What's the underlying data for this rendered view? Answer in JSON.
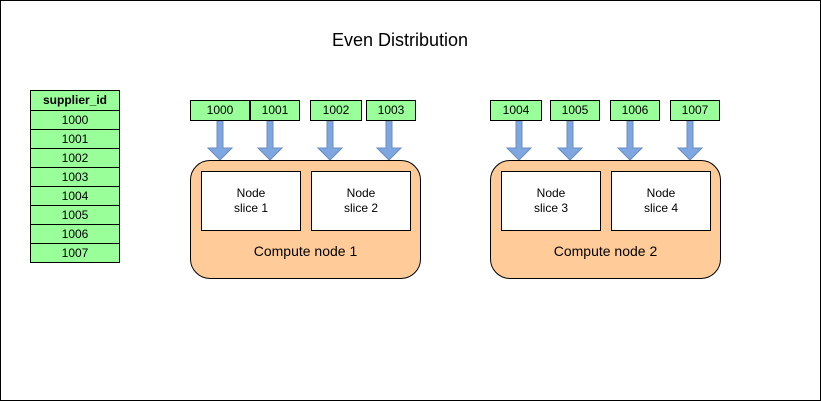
{
  "title": "Even Distribution",
  "table": {
    "header": "supplier_id",
    "rows": [
      "1000",
      "1001",
      "1002",
      "1003",
      "1004",
      "1005",
      "1006",
      "1007"
    ]
  },
  "compute_nodes": [
    {
      "label": "Compute node 1",
      "ids": [
        "1000",
        "1001",
        "1002",
        "1003"
      ],
      "slices": [
        {
          "line1": "Node",
          "line2": "slice 1"
        },
        {
          "line1": "Node",
          "line2": "slice 2"
        }
      ]
    },
    {
      "label": "Compute node 2",
      "ids": [
        "1004",
        "1005",
        "1006",
        "1007"
      ],
      "slices": [
        {
          "line1": "Node",
          "line2": "slice 3"
        },
        {
          "line1": "Node",
          "line2": "slice 4"
        }
      ]
    }
  ],
  "colors": {
    "id_fill": "#99ff99",
    "compute_fill": "#ffcc99",
    "arrow_fill": "#7ea6e0",
    "arrow_stroke": "#6c8ebf"
  }
}
